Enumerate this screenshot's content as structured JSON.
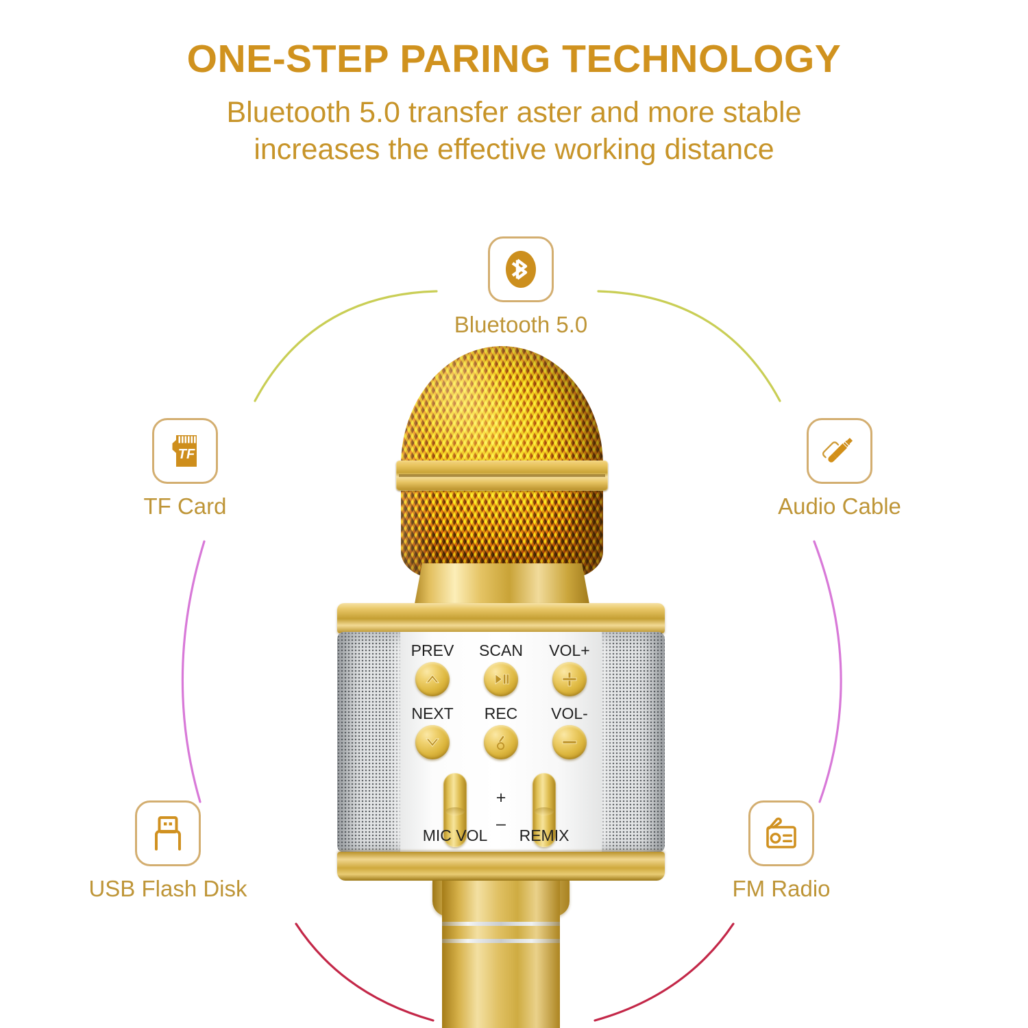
{
  "heading": {
    "title": "ONE-STEP PARING TECHNOLOGY",
    "subtitle_line_1": "Bluetooth 5.0 transfer aster and more stable",
    "subtitle_line_2": "increases the effective working distance",
    "title_color": "#D0921E",
    "subtitle_color": "#C79429"
  },
  "features": [
    {
      "id": "bluetooth",
      "label": "Bluetooth 5.0",
      "icon": "bluetooth-icon"
    },
    {
      "id": "tfcard",
      "label": "TF Card",
      "icon": "tf-card-icon"
    },
    {
      "id": "audio",
      "label": "Audio Cable",
      "icon": "audio-cable-icon"
    },
    {
      "id": "usb",
      "label": "USB Flash Disk",
      "icon": "usb-flash-disk-icon"
    },
    {
      "id": "fm",
      "label": "FM Radio",
      "icon": "fm-radio-icon"
    }
  ],
  "feature_label_color": "#BE9537",
  "icon_border_color": "#D3AE70",
  "connector_arcs": [
    {
      "from": "tfcard",
      "to": "bluetooth",
      "color": "#C9CE55"
    },
    {
      "from": "bluetooth",
      "to": "audio",
      "color": "#C9CE55"
    },
    {
      "from": "tfcard",
      "to": "usb",
      "color": "#D879D8"
    },
    {
      "from": "audio",
      "to": "fm",
      "color": "#D879D8"
    },
    {
      "from": "usb",
      "to": "bottom",
      "color": "#C32748"
    },
    {
      "from": "fm",
      "to": "bottom",
      "color": "#C32748"
    }
  ],
  "microphone": {
    "tf_card_text": "TF",
    "controls": {
      "buttons": [
        {
          "name": "prev",
          "label": "PREV",
          "glyph": "chevron-up-icon"
        },
        {
          "name": "scan",
          "label": "SCAN",
          "glyph": "play-pause-icon"
        },
        {
          "name": "volup",
          "label": "VOL+",
          "glyph": "plus-icon"
        },
        {
          "name": "next",
          "label": "NEXT",
          "glyph": "chevron-down-icon"
        },
        {
          "name": "rec",
          "label": "REC",
          "glyph": "microphone-icon"
        },
        {
          "name": "voldown",
          "label": "VOL-",
          "glyph": "minus-icon"
        }
      ],
      "sliders": [
        {
          "name": "mic-vol",
          "label": "MIC VOL"
        },
        {
          "name": "remix",
          "label": "REMIX"
        }
      ],
      "slider_plus": "+",
      "slider_minus": "–"
    },
    "body_colors": {
      "gold": "#D8B24A",
      "grille_silver": "#E3E5E6",
      "panel_white": "#FFFFFF"
    }
  }
}
